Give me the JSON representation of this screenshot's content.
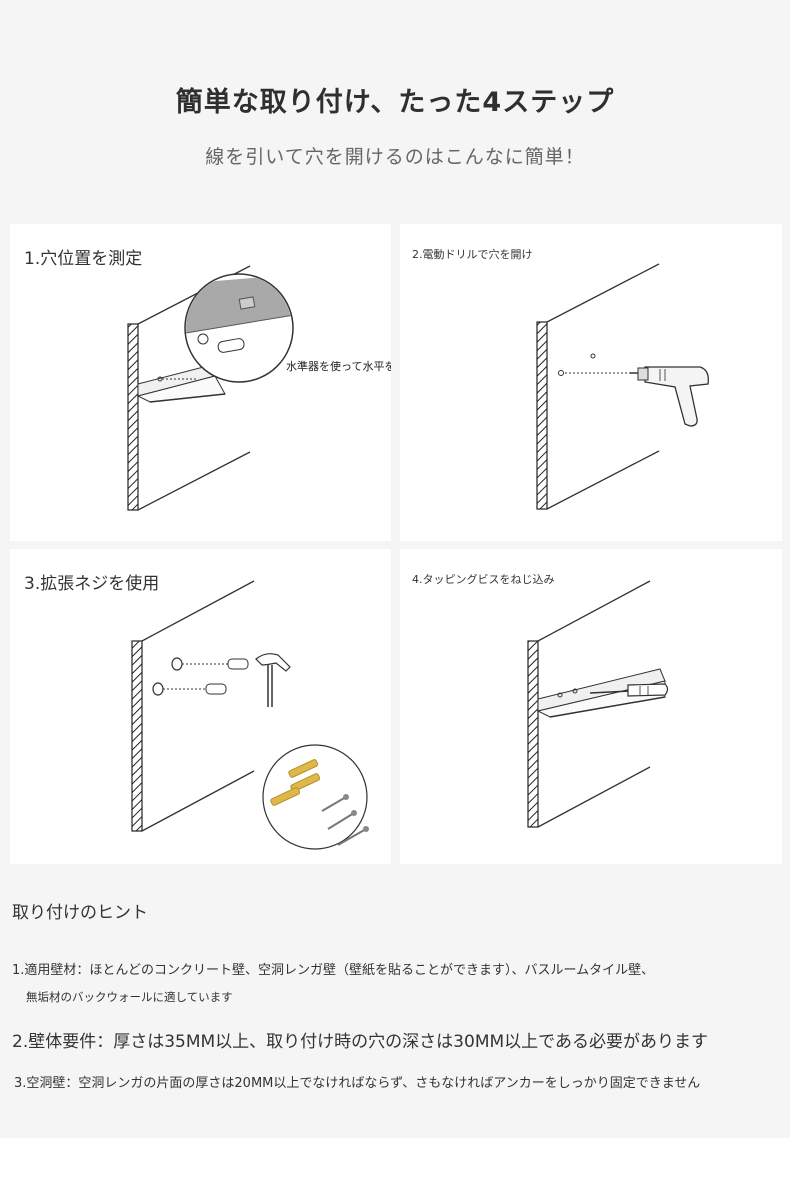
{
  "header": {
    "title": "簡単な取り付け、たった4ステップ",
    "subtitle": "線を引いて穴を開けるのはこんなに簡単！"
  },
  "steps": [
    {
      "label": "1.穴位置を測定",
      "callout": "水準器を使って水平を確認"
    },
    {
      "label": "2.電動ドリルで穴を開け"
    },
    {
      "label": "3.拡張ネジを使用"
    },
    {
      "label": "4.タッピングビスをねじ込み"
    }
  ],
  "tips": {
    "heading": "取り付けのヒント",
    "items": [
      "1.適用壁材：ほとんどのコンクリート壁、空洞レンガ壁（壁紙を貼ることができます）、バスルームタイル壁、",
      "無垢材のバックウォールに適しています",
      "2.壁体要件：厚さは35MM以上、取り付け時の穴の深さは30MM以上である必要があります",
      "3.空洞壁：空洞レンガの片面の厚さは20MM以上でなければならず、さもなければアンカーをしっかり固定できません"
    ]
  },
  "icons": [
    "level-icon",
    "drill-icon",
    "hammer-icon",
    "anchors-screws-icon",
    "screwdriver-icon"
  ]
}
